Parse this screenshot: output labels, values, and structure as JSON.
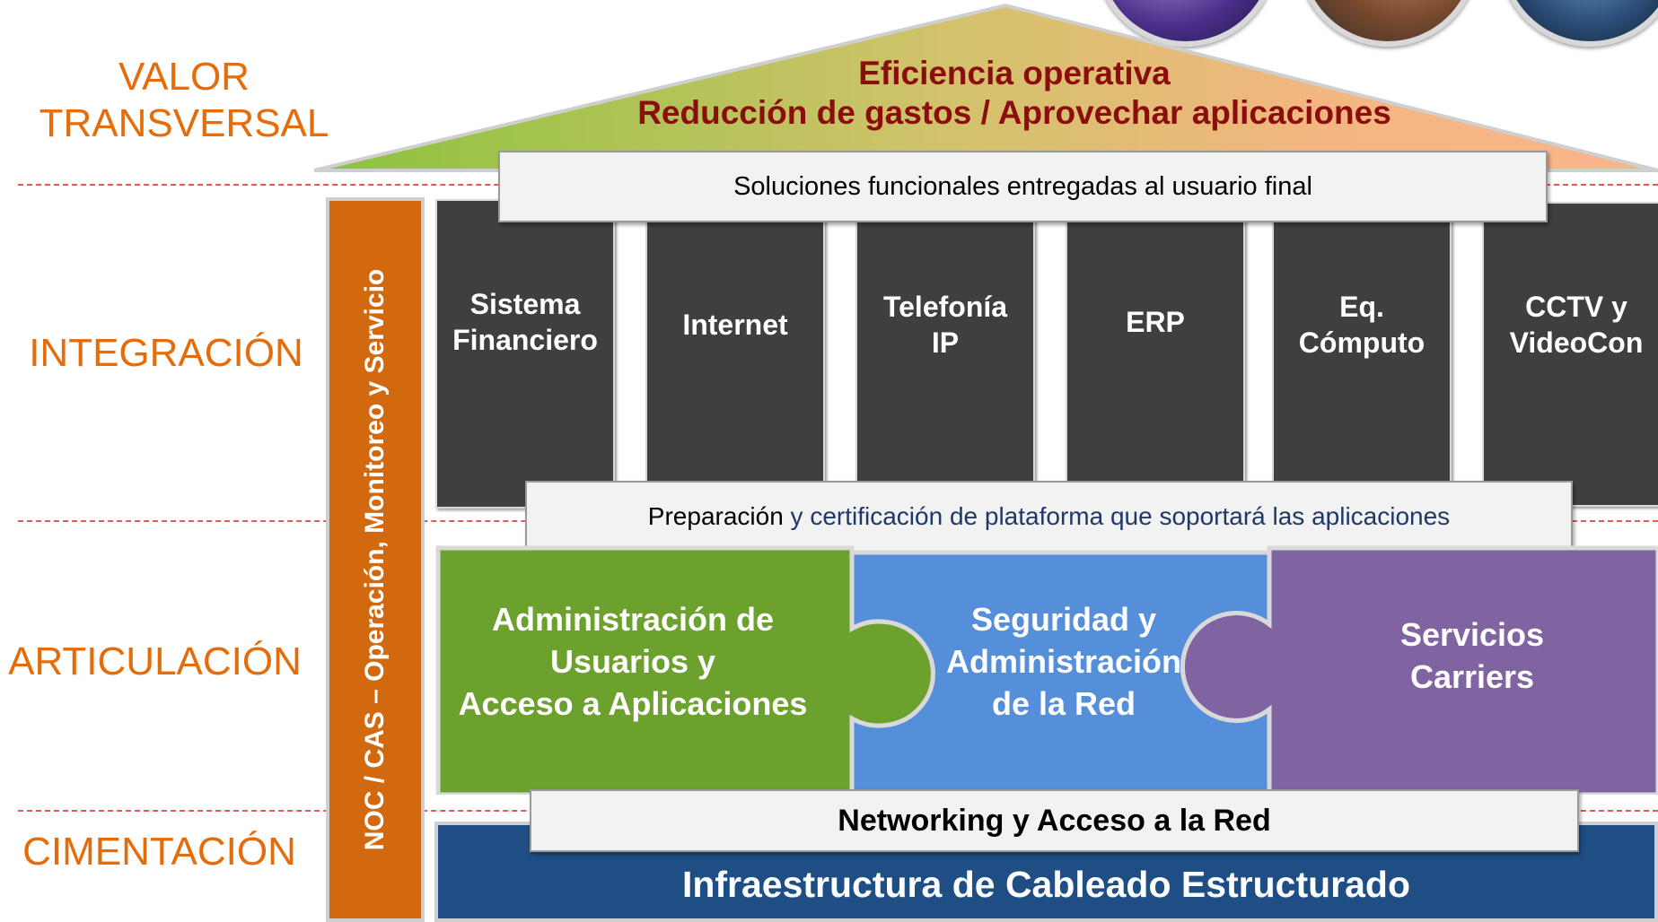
{
  "left_labels": {
    "value": "VALOR\nTRANSVERSAL",
    "integration": "INTEGRACIÓN",
    "articulation": "ARTICULACIÓN",
    "foundation": "CIMENTACIÓN"
  },
  "roof": {
    "line1": "Eficiencia operativa",
    "line2": "Reducción de gastos / Aprovechar aplicaciones"
  },
  "top_banner": "Soluciones funcionales entregadas al usuario final",
  "pillars": [
    "Sistema\nFinanciero",
    "Internet",
    "Telefonía\nIP",
    "ERP",
    "Eq.\nCómputo",
    "CCTV y\nVideoCon"
  ],
  "middle_banner": {
    "part1": "Preparación",
    "part2": " y certificación de plataforma que soportará las aplicaciones"
  },
  "side_column": "NOC / CAS – Operación, Monitoreo y Servicio",
  "puzzle": {
    "piece1": "Administración de\nUsuarios y\nAcceso a Aplicaciones",
    "piece2": "Seguridad y\nAdministración\nde la Red",
    "piece3": "Servicios\nCarriers"
  },
  "networking_banner": "Networking y Acceso a la Red",
  "base": "Infraestructura de Cableado Estructurado",
  "colors": {
    "accent_orange": "#e46c0a",
    "roof_text": "#8b0d0d",
    "pillar": "#3f3f3f",
    "green": "#6ca12e",
    "blue": "#558fd9",
    "purple": "#8064a2",
    "base_blue": "#1f4e85",
    "side_column": "#d2690e"
  }
}
